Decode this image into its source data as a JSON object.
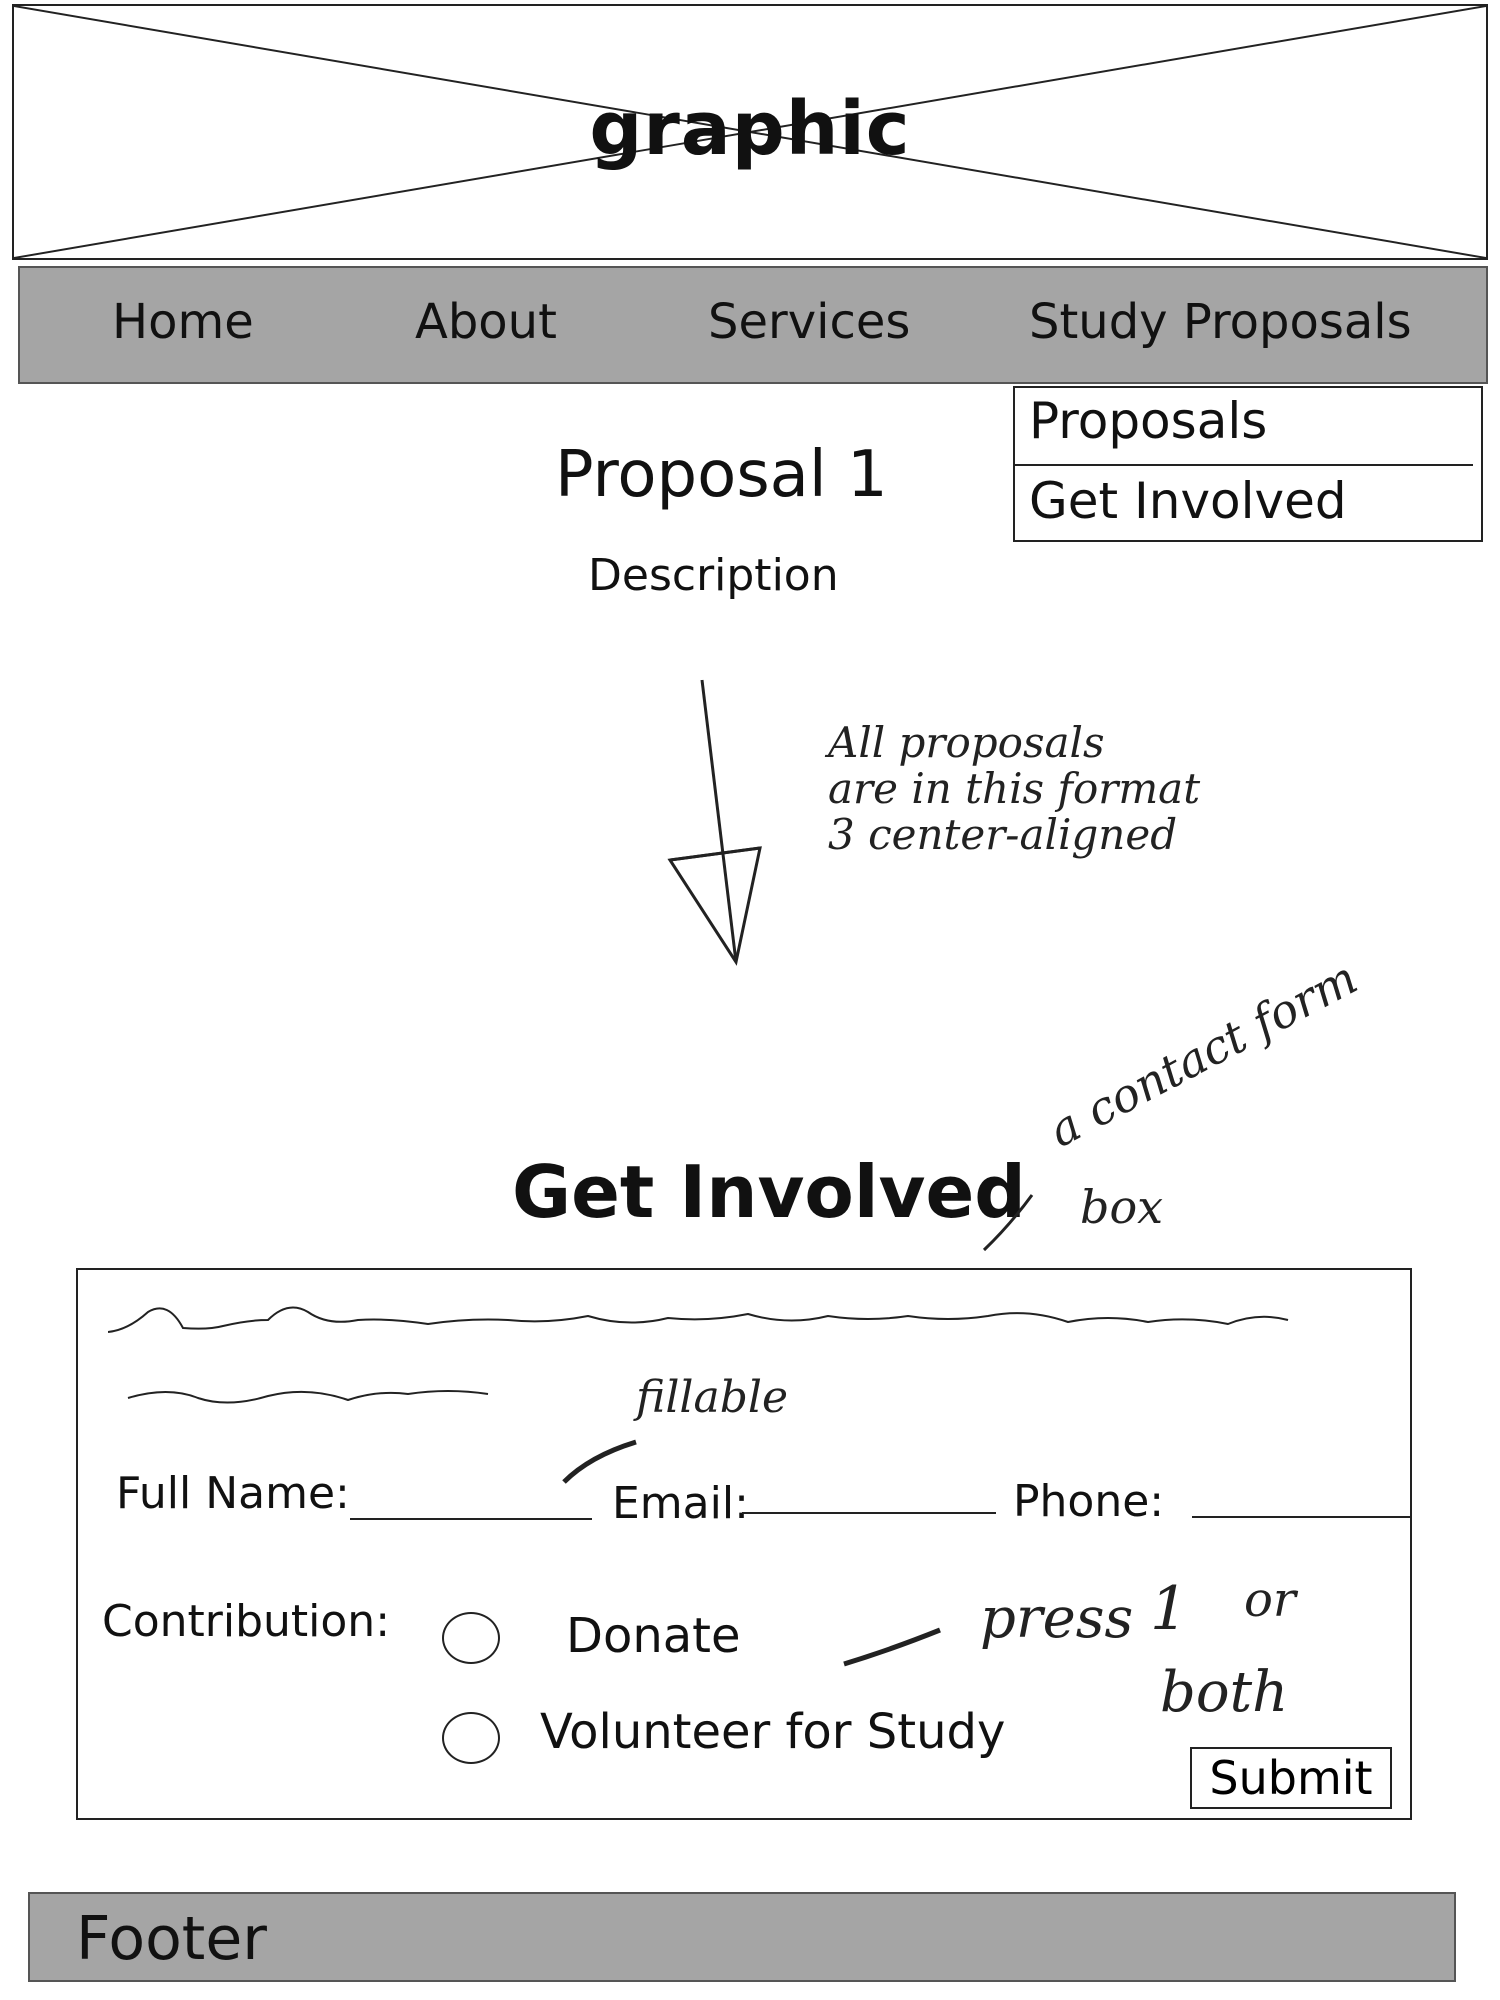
{
  "header": {
    "graphic_label": "graphic"
  },
  "nav": {
    "items": [
      {
        "label": "Home"
      },
      {
        "label": "About"
      },
      {
        "label": "Services"
      },
      {
        "label": "Study Proposals"
      }
    ],
    "dropdown": [
      {
        "label": "Proposals"
      },
      {
        "label": "Get Involved"
      }
    ]
  },
  "proposal": {
    "title": "Proposal 1",
    "description": "Description"
  },
  "annotations": {
    "format_note": [
      "All proposals",
      "are in this format",
      "3 center-aligned"
    ],
    "contact_note_1": "a contact form",
    "contact_note_2": "box",
    "fillable_note": "fillable",
    "press_note": "press",
    "one_note": "1",
    "or_note": "or",
    "both_note": "both"
  },
  "involved": {
    "title": "Get Involved",
    "form": {
      "full_name_label": "Full Name:",
      "email_label": "Email:",
      "phone_label": "Phone:",
      "contribution_label": "Contribution:",
      "options": [
        {
          "label": "Donate"
        },
        {
          "label": "Volunteer for Study"
        }
      ],
      "submit_label": "Submit"
    }
  },
  "footer": {
    "label": "Footer"
  }
}
